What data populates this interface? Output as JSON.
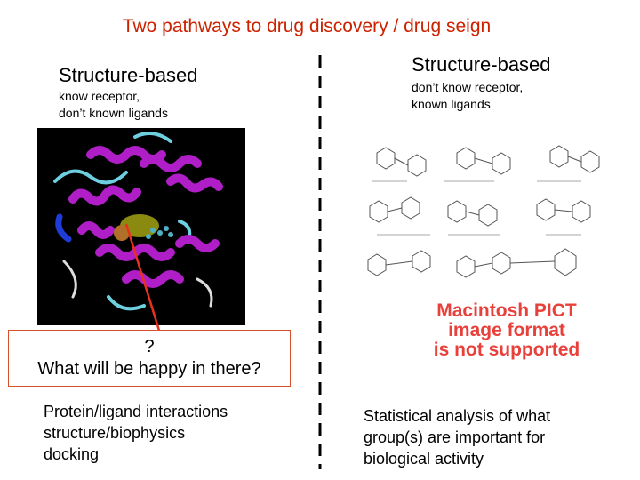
{
  "slide": {
    "title": "Two pathways to drug discovery / drug seign"
  },
  "left": {
    "heading": "Structure-based",
    "sub_line1": "know receptor,",
    "sub_line2": "don’t known ligands",
    "question_mark": "?",
    "question_text": "What will be happy in there?",
    "notes": [
      "Protein/ligand interactions",
      "structure/biophysics",
      "docking"
    ]
  },
  "right": {
    "heading": "Structure-based",
    "sub_line1": "don’t know receptor,",
    "sub_line2": "known ligands",
    "pict_lines": [
      "Macintosh PICT",
      "image format",
      "is not supported"
    ],
    "notes": [
      "Statistical analysis of what",
      "group(s) are important for",
      "biological activity"
    ]
  },
  "colors": {
    "title": "#cc2200",
    "helix": "#b01ec8",
    "loop": "#6ecfe0",
    "arrow": "#e8301e",
    "pict_text": "#e8413c"
  }
}
